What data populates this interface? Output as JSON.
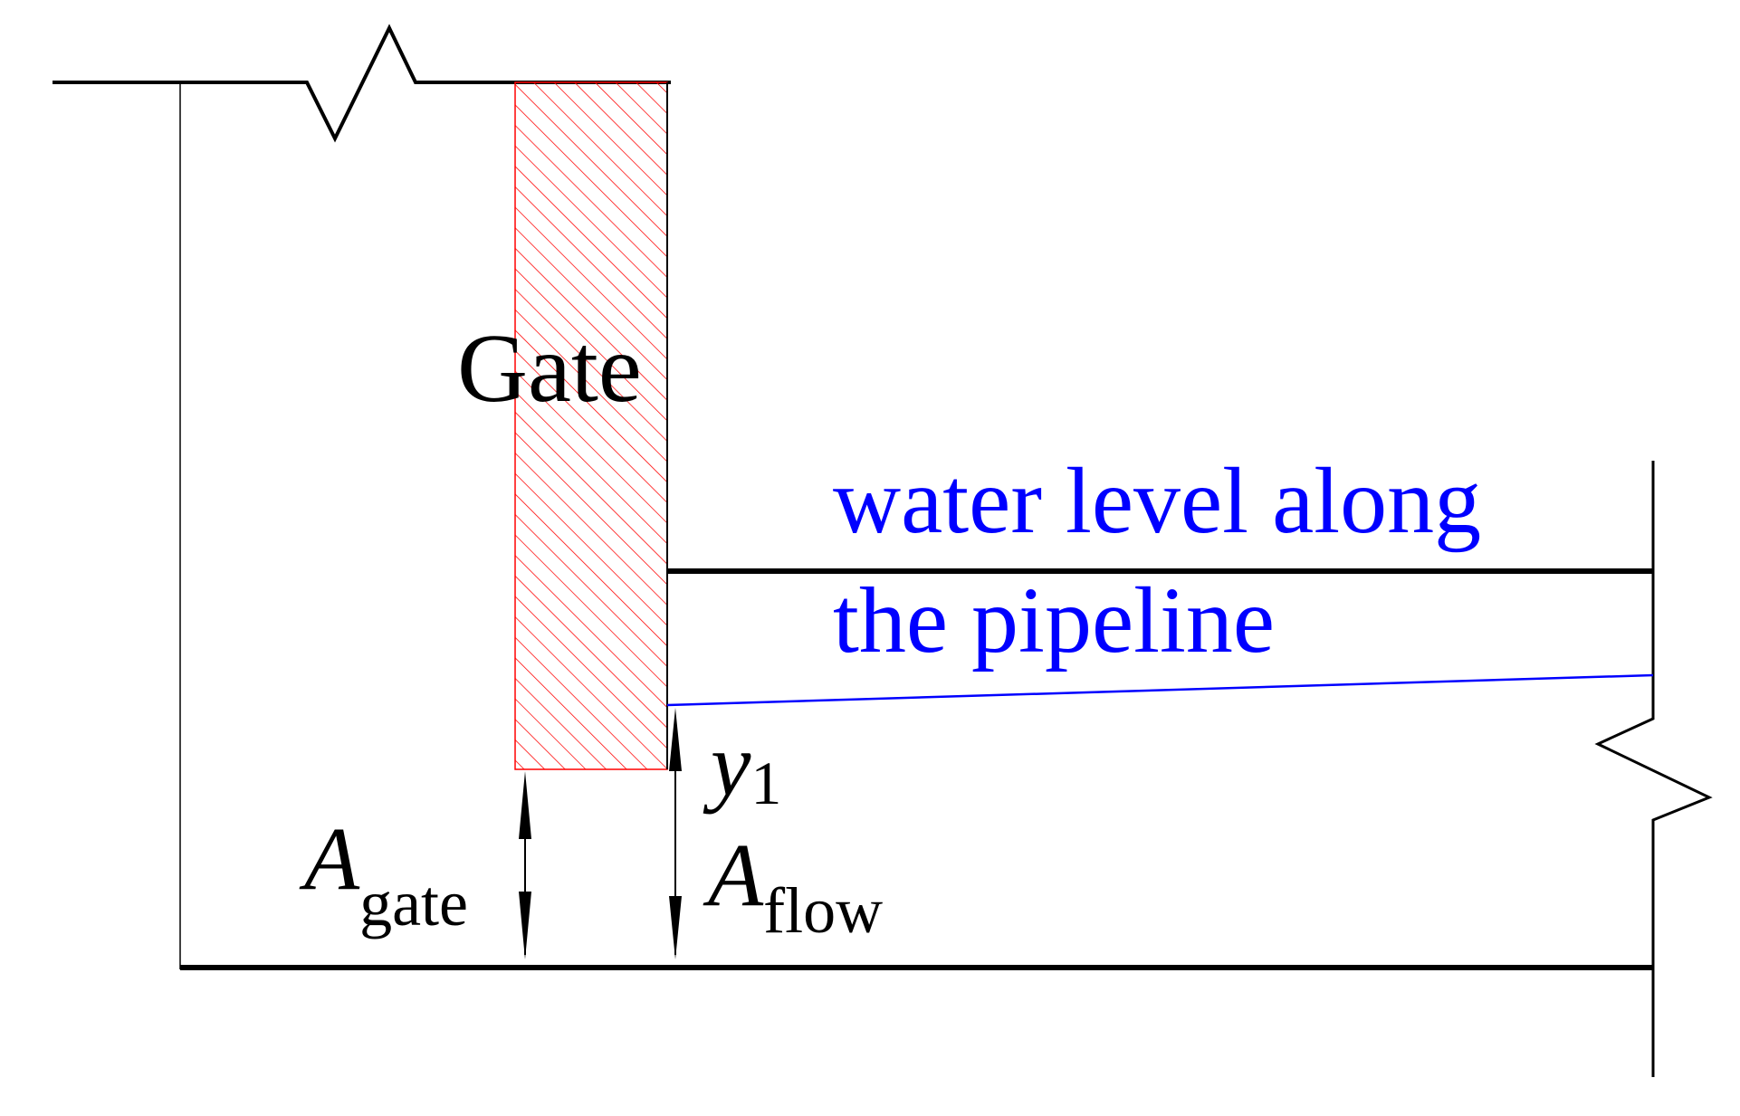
{
  "diagram": {
    "gate_label": "Gate",
    "water_level_line1": "water level along",
    "water_level_line2": "the pipeline",
    "y1_label": {
      "main": "y",
      "sub": "1"
    },
    "a_gate_label": {
      "main": "A",
      "sub": "gate"
    },
    "a_flow_label": {
      "main": "A",
      "sub": "flow"
    }
  },
  "colors": {
    "structure": "#000000",
    "water_level": "#0000ff",
    "gate_hatch": "#ff0000",
    "gate_fill": "#ffffff"
  }
}
